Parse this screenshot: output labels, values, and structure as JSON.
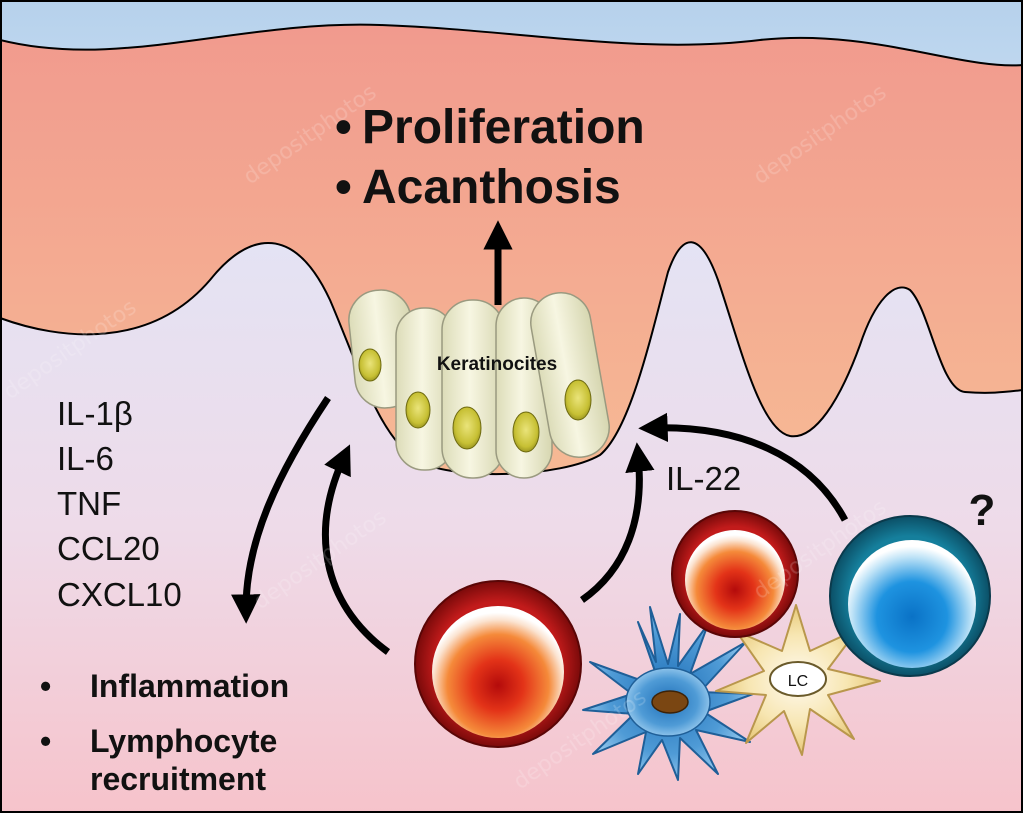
{
  "outcomes_top": {
    "bullet": "•",
    "items": [
      "Proliferation",
      "Acanthosis"
    ]
  },
  "keratinocyte_label": "Keratinocites",
  "cytokines": [
    "IL-1β",
    "IL-6",
    "TNF",
    "CCL20",
    "CXCL10"
  ],
  "outcomes_bottom": {
    "bullet": "•",
    "items": [
      "Inflammation",
      "Lymphocyte",
      "recruitment"
    ]
  },
  "il22_label": "IL-22",
  "unknown_cell_label": "?",
  "langerhans_label": "LC",
  "watermark": "depositphotos",
  "colors": {
    "sky": "#b8d3ec",
    "epidermis_top": "#f2a090",
    "epidermis_bottom": "#f9cd9c",
    "dermis_top": "#e6e4f4",
    "dermis_bottom": "#f6c7cd",
    "keratinocyte": "#f2f1d4",
    "nucleus": "#c8c23a",
    "red_cell": "#cc2020",
    "blue_cell": "#2a9ed8",
    "dendritic_cell": "#4a8fc8",
    "langerhans_cell": "#f4e3a8"
  }
}
